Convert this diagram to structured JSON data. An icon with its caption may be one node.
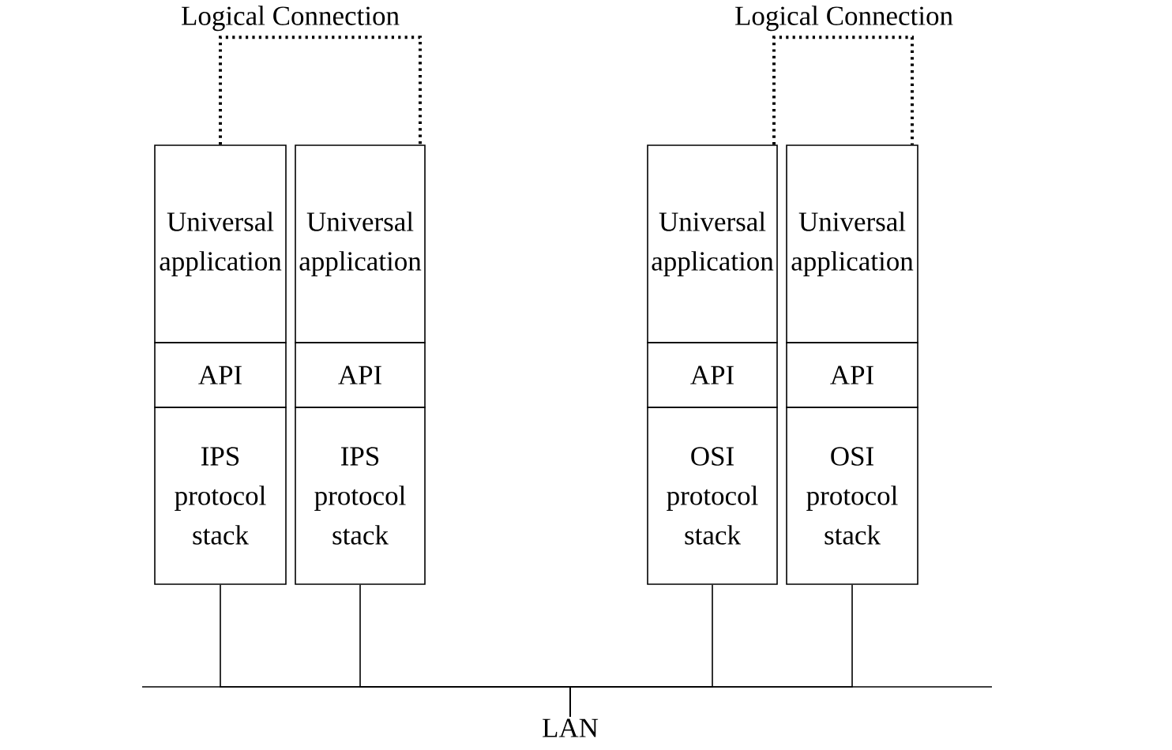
{
  "diagram": {
    "nodes": [
      {
        "text": [
          "Universal application"
        ]
      },
      {
        "text": [
          "API"
        ]
      },
      {
        "text": [
          "IPS protocol stack"
        ]
      },
      {
        "text": [
          "Universal application"
        ]
      },
      {
        "text": [
          "API"
        ]
      },
      {
        "text": [
          "IPS protocol stack"
        ]
      },
      {
        "text": [
          "Universal application"
        ]
      },
      {
        "text": [
          "API"
        ]
      },
      {
        "text": [
          "OSI protocol stack"
        ]
      },
      {
        "text": [
          "Universal application"
        ]
      },
      {
        "text": [
          "API"
        ]
      },
      {
        "text": [
          "OSI protocol stack"
        ]
      },
      {
        "text": [
          "LAN"
        ]
      }
    ],
    "edges": [
      {
        "from": 0,
        "to": 3,
        "arrow": "none",
        "style": "dashed",
        "label": "Logical Connection"
      },
      {
        "from": 6,
        "to": 9,
        "arrow": "none",
        "style": "dashed",
        "label": "Logical Connection"
      },
      {
        "from": 2,
        "to": 12,
        "arrow": "none"
      },
      {
        "from": 5,
        "to": 12,
        "arrow": "none"
      },
      {
        "from": 8,
        "to": 12,
        "arrow": "none"
      },
      {
        "from": 11,
        "to": 12,
        "arrow": "none"
      }
    ]
  }
}
